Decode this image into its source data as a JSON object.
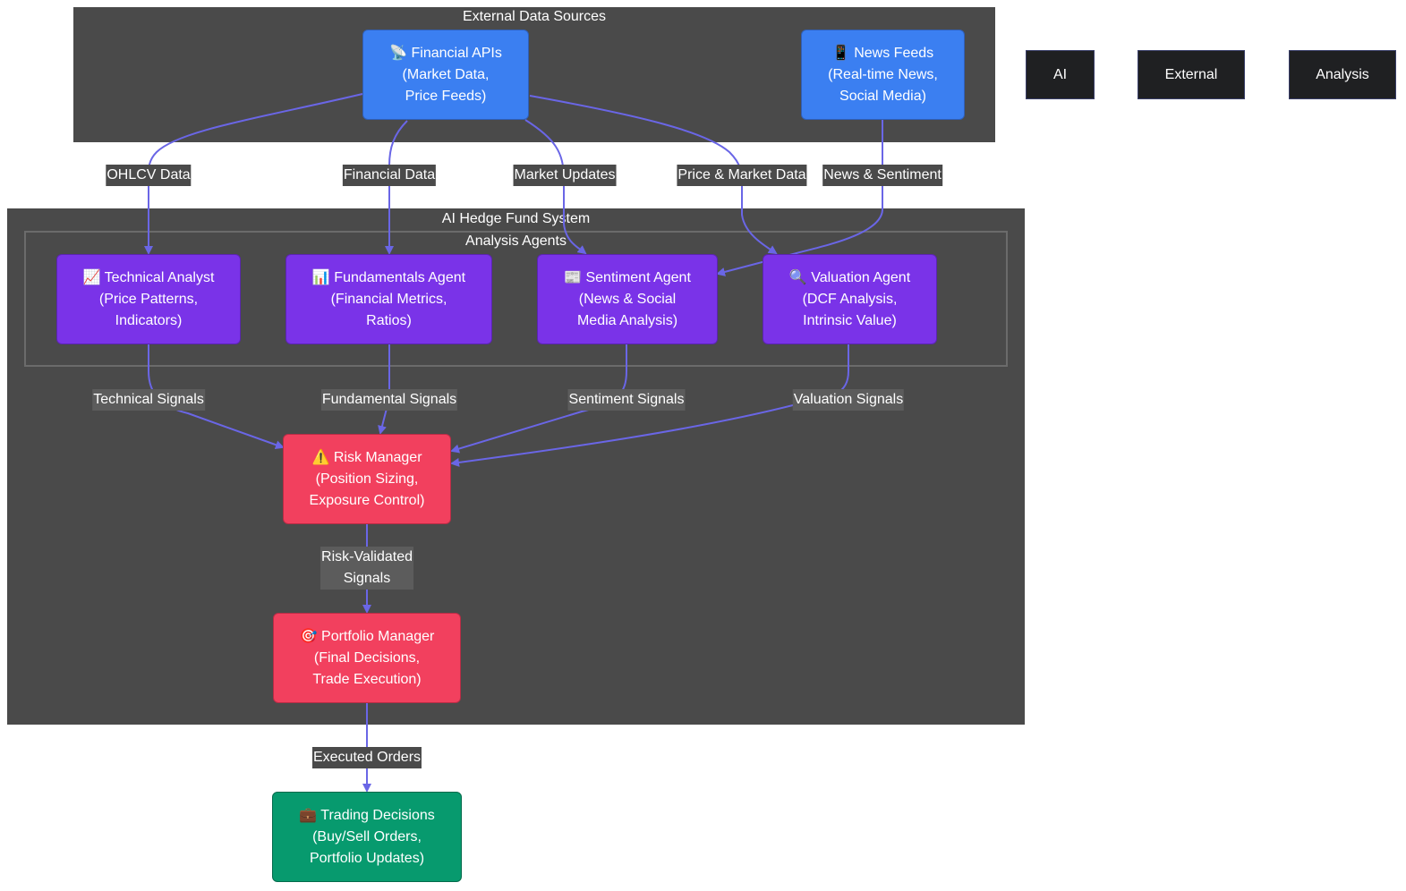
{
  "clusters": {
    "external": "External Data Sources",
    "system": "AI Hedge Fund System",
    "agents": "Analysis Agents"
  },
  "nodes": {
    "financial_apis": {
      "icon": "satellite-antenna-icon",
      "glyph": "📡",
      "lines": [
        "Financial APIs",
        "(Market Data,",
        "Price Feeds)"
      ]
    },
    "news_feeds": {
      "icon": "mobile-phone-icon",
      "glyph": "📱",
      "lines": [
        "News Feeds",
        "(Real-time News,",
        "Social Media)"
      ]
    },
    "technical": {
      "icon": "chart-increasing-icon",
      "glyph": "📈",
      "lines": [
        "Technical Analyst",
        "(Price Patterns,",
        "Indicators)"
      ]
    },
    "fundamentals": {
      "icon": "bar-chart-icon",
      "glyph": "📊",
      "lines": [
        "Fundamentals Agent",
        "(Financial Metrics,",
        "Ratios)"
      ]
    },
    "sentiment": {
      "icon": "newspaper-icon",
      "glyph": "📰",
      "lines": [
        "Sentiment Agent",
        "(News & Social",
        "Media Analysis)"
      ]
    },
    "valuation": {
      "icon": "magnifying-glass-icon",
      "glyph": "🔍",
      "lines": [
        "Valuation Agent",
        "(DCF Analysis,",
        "Intrinsic Value)"
      ]
    },
    "risk": {
      "icon": "warning-icon",
      "glyph": "⚠️",
      "lines": [
        "Risk Manager",
        "(Position Sizing,",
        "Exposure Control)"
      ]
    },
    "portfolio": {
      "icon": "direct-hit-icon",
      "glyph": "🎯",
      "lines": [
        "Portfolio Manager",
        "(Final Decisions,",
        "Trade Execution)"
      ]
    },
    "trading": {
      "icon": "briefcase-icon",
      "glyph": "💼",
      "lines": [
        "Trading Decisions",
        "(Buy/Sell Orders,",
        "Portfolio Updates)"
      ]
    }
  },
  "edges": {
    "ohlcv": "OHLCV Data",
    "financial": "Financial Data",
    "market": "Market Updates",
    "price_market": "Price & Market Data",
    "news": "News & Sentiment",
    "technical": "Technical Signals",
    "fundamental": "Fundamental Signals",
    "sentiment": "Sentiment Signals",
    "valuation": "Valuation Signals",
    "risk_validated": [
      "Risk-Validated",
      "Signals"
    ],
    "executed": "Executed Orders"
  },
  "legend": [
    "AI",
    "External",
    "Analysis"
  ],
  "colors": {
    "cluster_bg": "#4a4a4a",
    "edge": "#6a66e6",
    "external_node": "#3b7ff1",
    "agent_node": "#7a33e8",
    "manager_node": "#f2405e",
    "output_node": "#079a6e",
    "legend_bg": "#1f2022"
  }
}
